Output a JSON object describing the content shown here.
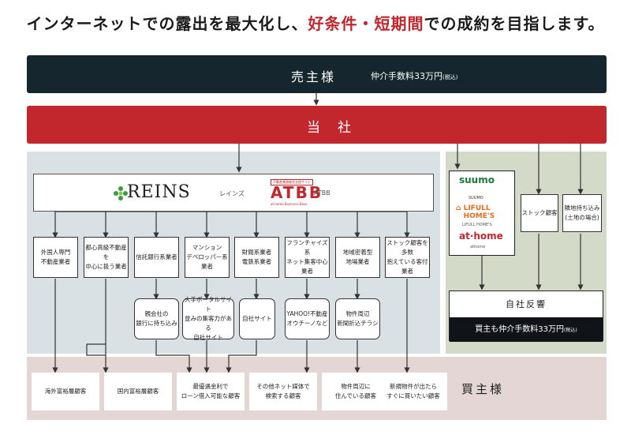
{
  "title": {
    "pre": "インターネットでの露出を最大化し、",
    "highlight": "好条件・短期間",
    "post": "での成約を目指します。"
  },
  "seller": {
    "label": "売主様",
    "fee": "仲介手数料33万円",
    "fee_note": "(税込)"
  },
  "company": {
    "label": "当社"
  },
  "networks": {
    "reins": "REINS",
    "reins_kana": "レインズ",
    "atbb_tag": "不動産業務総合支援サイト",
    "atbb": "ATBB",
    "atbb_sub": "at home Business Base",
    "atbb_label": "ATBB"
  },
  "agents": [
    "外国人専門\n不動産業者",
    "都心高級不動産を\n中心に扱う業者",
    "信託銀行系業者",
    "マンション\nデベロッパー系業者",
    "財閥系業者\n電鉄系業者",
    "フランチャイズ系\nネット集客中心業者",
    "地域密着型\n地場業者",
    "ストック顧客を多数\n抱えている客付業者"
  ],
  "channels": [
    "親会社の\n銀行に持ち込み",
    "大手ポータルサイト\n並みの集客力がある\n自社サイト",
    "自社サイト",
    "YAHOO!不動産\nオウチーノなど",
    "物件周辺\n新聞折込チラシ"
  ],
  "buyers": [
    "海外富裕層顧客",
    "国内富裕層顧客",
    "最優遇金利で\nローン借入可能な顧客",
    "その他ネット媒体で\n検索する顧客",
    "物件周辺に\n住んでいる顧客",
    "新規物件が出たら\nすぐに買いたい顧客"
  ],
  "buyer_label": "買主様",
  "portals": {
    "suumo": "suumo",
    "suumo_sub": "SUUMO",
    "lifull": "LIFULL\nHOME'S",
    "lifull_sub": "LIFULL HOME'S",
    "athome": "at·home",
    "athome_sub": "athome"
  },
  "own_channels": [
    "ストック顧客",
    "隣地持ち込み\n(土地の場合)"
  ],
  "self_response": {
    "label": "自社反響",
    "fee": "買主も仲介手数料33万円",
    "fee_note": "(税込)"
  },
  "colors": {
    "navy": "#15262f",
    "red": "#c1272d",
    "blue_panel": "#d9e1e5",
    "green_panel": "#d4dac8",
    "pink_band": "#e5d6d6"
  }
}
